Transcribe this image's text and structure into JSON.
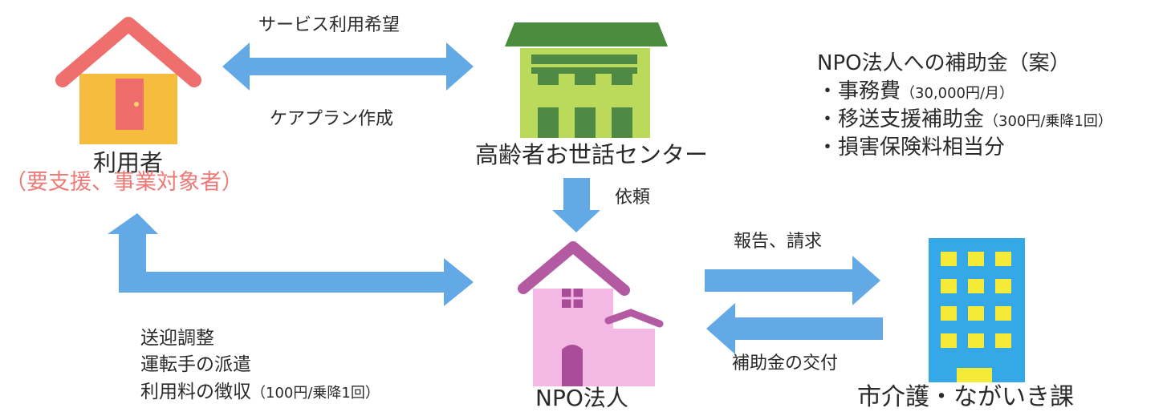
{
  "colors": {
    "arrow": "#63a9e6",
    "user_roof": "#ef6f6e",
    "user_wall": "#f5bc3e",
    "user_door": "#ee6d6c",
    "center_roof": "#4b8c3f",
    "center_body": "#bbd95a",
    "center_window": "#4f8a44",
    "npo_roof": "#b35aa3",
    "npo_wall": "#f3b8e4",
    "npo_window": "#a94d98",
    "city_body": "#35a9e8",
    "city_window": "#f5ea37",
    "pink_text": "#ec7b78"
  },
  "nodes": {
    "user": {
      "icon": "house-icon",
      "label": "利用者",
      "sublabel": "（要支援、事業対象者）"
    },
    "center": {
      "icon": "building-icon",
      "label": "高齢者お世話センター"
    },
    "npo": {
      "icon": "house-icon",
      "label": "NPO法人"
    },
    "city": {
      "icon": "office-building-icon",
      "label": "市介護・ながいき課"
    }
  },
  "edges": {
    "user_center_top": "サービス利用希望",
    "user_center_bottom": "ケアプラン作成",
    "center_to_npo": "依頼",
    "npo_to_city": "報告、請求",
    "city_to_npo": "補助金の交付"
  },
  "subsidy": {
    "title": "NPO法人への補助金（案）",
    "items": [
      {
        "text": "・事務費",
        "note": "（30,000円/月）"
      },
      {
        "text": "・移送支援補助金",
        "note": "（300円/乗降1回）"
      },
      {
        "text": "・損害保険料相当分",
        "note": ""
      }
    ]
  },
  "npo_services": {
    "lines": [
      "送迎調整",
      "運転手の派遣"
    ],
    "last_line": "利用料の徴収",
    "last_note": "（100円/乗降1回）"
  }
}
